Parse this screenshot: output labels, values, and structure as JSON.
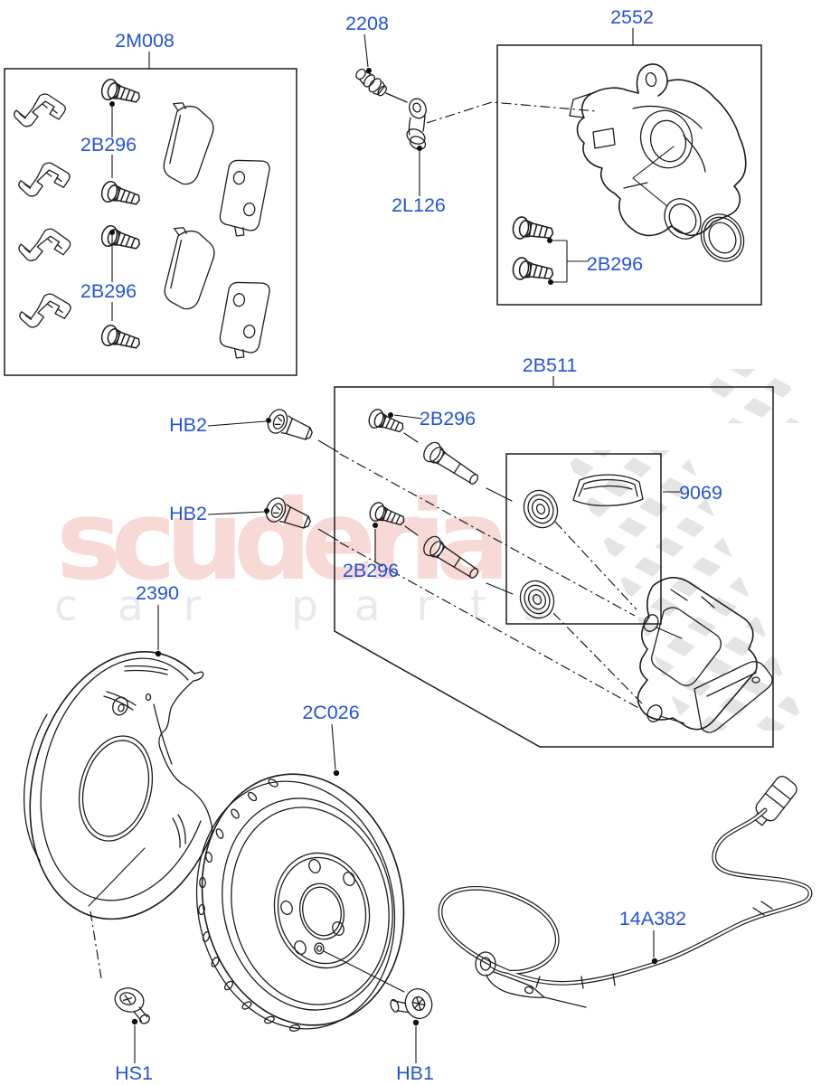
{
  "watermark": {
    "brand": "scuderia",
    "sub1": "car",
    "sub2": "parts",
    "brand_color": "#f7d9d6",
    "sub_color": "#e9e9e9",
    "flag_color": "#e4e4e4"
  },
  "colors": {
    "label_blue": "#2553d6",
    "line": "#1c1c1c",
    "background": "#ffffff"
  },
  "labels": {
    "pad_kit": "2M008",
    "pad_clip_bolts_top": "2B296",
    "pad_clip_bolts_bottom": "2B296",
    "bleed_screw": "2208",
    "hose_bracket": "2L126",
    "caliper_housing": "2552",
    "caliper_bolts": "2B296",
    "guide_pin_kit": "2B511",
    "guide_pin_bolt_top": "2B296",
    "guide_pin_bolt_bottom": "2B296",
    "grease_sachet": "9069",
    "anchor_bolt_top": "HB2",
    "anchor_bolt_bottom": "HB2",
    "splash_shield": "2390",
    "brake_disc": "2C026",
    "abs_sensor_harness": "14A382",
    "shield_screw": "HS1",
    "disc_retaining_screw": "HB1"
  }
}
